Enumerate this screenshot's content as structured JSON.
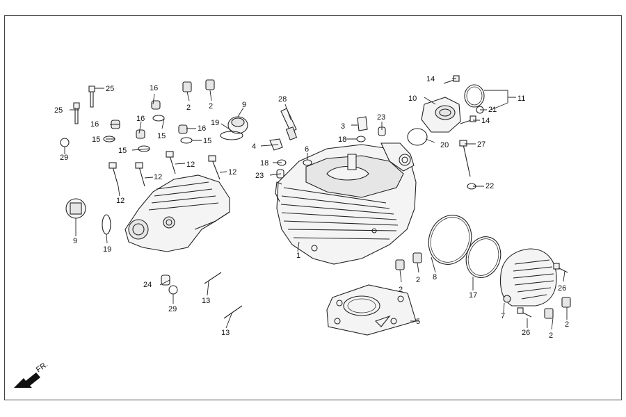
{
  "diagram": {
    "direction_label": "FR.",
    "callouts": [
      {
        "id": "c1",
        "text": "1"
      },
      {
        "id": "c2a",
        "text": "2"
      },
      {
        "id": "c2b",
        "text": "2"
      },
      {
        "id": "c2c",
        "text": "2"
      },
      {
        "id": "c2d",
        "text": "2"
      },
      {
        "id": "c2e",
        "text": "2"
      },
      {
        "id": "c2f",
        "text": "2"
      },
      {
        "id": "c3",
        "text": "3"
      },
      {
        "id": "c4",
        "text": "4"
      },
      {
        "id": "c5",
        "text": "5"
      },
      {
        "id": "c6",
        "text": "6"
      },
      {
        "id": "c7",
        "text": "7"
      },
      {
        "id": "c8",
        "text": "8"
      },
      {
        "id": "c9a",
        "text": "9"
      },
      {
        "id": "c9b",
        "text": "9"
      },
      {
        "id": "c10",
        "text": "10"
      },
      {
        "id": "c11",
        "text": "11"
      },
      {
        "id": "c12a",
        "text": "12"
      },
      {
        "id": "c12b",
        "text": "12"
      },
      {
        "id": "c12c",
        "text": "12"
      },
      {
        "id": "c12d",
        "text": "12"
      },
      {
        "id": "c13a",
        "text": "13"
      },
      {
        "id": "c13b",
        "text": "13"
      },
      {
        "id": "c14a",
        "text": "14"
      },
      {
        "id": "c14b",
        "text": "14"
      },
      {
        "id": "c15a",
        "text": "15"
      },
      {
        "id": "c15b",
        "text": "15"
      },
      {
        "id": "c15c",
        "text": "15"
      },
      {
        "id": "c15d",
        "text": "15"
      },
      {
        "id": "c16a",
        "text": "16"
      },
      {
        "id": "c16b",
        "text": "16"
      },
      {
        "id": "c16c",
        "text": "16"
      },
      {
        "id": "c16d",
        "text": "16"
      },
      {
        "id": "c17",
        "text": "17"
      },
      {
        "id": "c18a",
        "text": "18"
      },
      {
        "id": "c18b",
        "text": "18"
      },
      {
        "id": "c19a",
        "text": "19"
      },
      {
        "id": "c19b",
        "text": "19"
      },
      {
        "id": "c20",
        "text": "20"
      },
      {
        "id": "c21",
        "text": "21"
      },
      {
        "id": "c22",
        "text": "22"
      },
      {
        "id": "c23a",
        "text": "23"
      },
      {
        "id": "c23b",
        "text": "23"
      },
      {
        "id": "c24",
        "text": "24"
      },
      {
        "id": "c25a",
        "text": "25"
      },
      {
        "id": "c25b",
        "text": "25"
      },
      {
        "id": "c26a",
        "text": "26"
      },
      {
        "id": "c26b",
        "text": "26"
      },
      {
        "id": "c27",
        "text": "27"
      },
      {
        "id": "c28",
        "text": "28"
      },
      {
        "id": "c29a",
        "text": "29"
      },
      {
        "id": "c29b",
        "text": "29"
      }
    ]
  }
}
